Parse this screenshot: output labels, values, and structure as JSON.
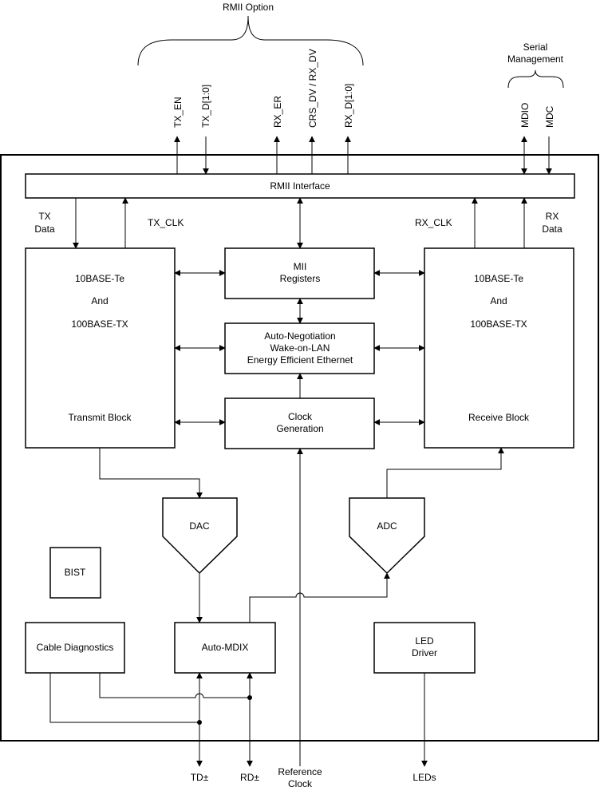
{
  "signals": {
    "rmii_option": "RMII Option",
    "serial_management": [
      "Serial",
      "Management"
    ],
    "tx_en": "TX_EN",
    "tx_d": "TX_D[1:0]",
    "rx_er": "RX_ER",
    "crs_dv": "CRS_DV / RX_DV",
    "rx_d": "RX_D[1:0]",
    "mdio": "MDIO",
    "mdc": "MDC",
    "tx_data": [
      "TX",
      "Data"
    ],
    "tx_clk": "TX_CLK",
    "rx_clk": "RX_CLK",
    "rx_data": [
      "RX",
      "Data"
    ]
  },
  "blocks": {
    "rmii_interface": "RMII Interface",
    "transmit": [
      "10BASE-Te",
      "And",
      "100BASE-TX",
      "Transmit Block"
    ],
    "receive": [
      "10BASE-Te",
      "And",
      "100BASE-TX",
      "Receive Block"
    ],
    "mii_registers": [
      "MII",
      "Registers"
    ],
    "autoneg": [
      "Auto-Negotiation",
      "Wake-on-LAN",
      "Energy Efficient Ethernet"
    ],
    "clock_gen": [
      "Clock",
      "Generation"
    ],
    "dac": "DAC",
    "adc": "ADC",
    "bist": "BIST",
    "cable_diag": "Cable Diagnostics",
    "auto_mdix": "Auto-MDIX",
    "led_driver": [
      "LED",
      "Driver"
    ]
  },
  "outputs": {
    "td": "TD±",
    "rd": "RD±",
    "ref_clock": [
      "Reference",
      "Clock"
    ],
    "leds": "LEDs"
  }
}
